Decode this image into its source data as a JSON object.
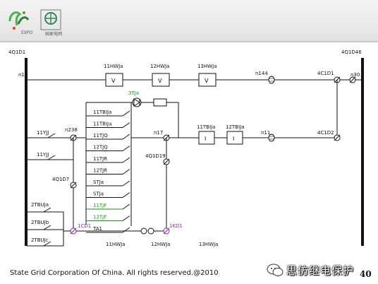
{
  "header": {
    "logo_left_caption": "EXPO",
    "logo_right_caption": "国家电网"
  },
  "footer": {
    "copyright": "State Grid Corporation Of China. All rights reserved.@2010",
    "page_number": "40",
    "watermark": "思仿继电保护"
  },
  "diagram": {
    "terminals": {
      "top_left": "4Q1D1",
      "top_right": "4Q1D46",
      "n1": "n1",
      "n30": "n30",
      "n144": "n144",
      "c1d1": "4C1D1",
      "n11": "n11",
      "c1d2": "4C1D2",
      "n17": "n17",
      "n238": "n238",
      "q1d19": "4Q1D19",
      "q1d7": "4Q1D7",
      "cd1": "1CD1",
      "kd1": "1KD1"
    },
    "top_relays": [
      "11HWJa",
      "12HWJa",
      "13HWJa"
    ],
    "top_relay_symbols": [
      "V",
      "V",
      "V"
    ],
    "green_relay": "3TJa",
    "mid_relays": [
      "11TBIJa",
      "12TBIJa"
    ],
    "mid_relay_symbols": [
      "I",
      "I"
    ],
    "contacts": [
      "11TBIJa",
      "11TBIJa",
      "11TJQ",
      "12TJQ",
      "11TJR",
      "12TJR",
      "STJa",
      "STJa",
      "11TJF",
      "12TJF",
      "TA1"
    ],
    "contacts_green": [
      false,
      false,
      false,
      false,
      false,
      false,
      false,
      false,
      true,
      true,
      false
    ],
    "left_contacts": [
      "11YJJ",
      "11YJJ"
    ],
    "bottom_left_contacts": [
      "2TBUJa",
      "2TBUJb",
      "2TBUJc"
    ],
    "bottom_labels": [
      "11HWJa",
      "12HWJa",
      "13HWJa"
    ]
  }
}
